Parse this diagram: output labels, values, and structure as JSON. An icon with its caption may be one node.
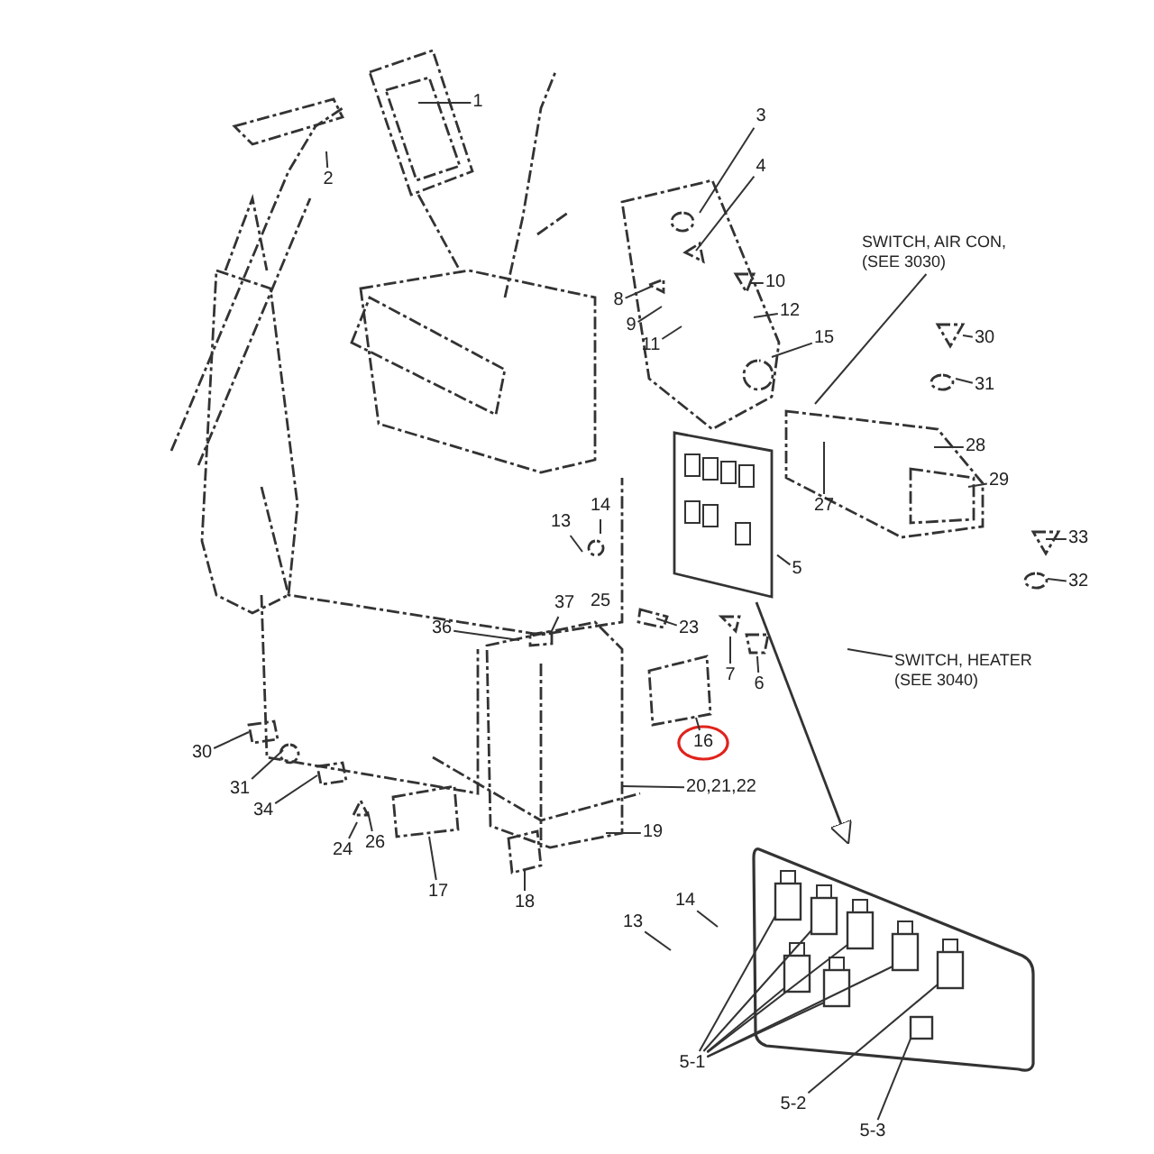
{
  "diagram": {
    "nodes": [
      {
        "text": [
          "1"
        ]
      },
      {
        "text": [
          "2"
        ]
      },
      {
        "text": [
          "3"
        ]
      },
      {
        "text": [
          "4"
        ]
      },
      {
        "text": [
          "8"
        ]
      },
      {
        "text": [
          "10"
        ]
      },
      {
        "text": [
          "9"
        ]
      },
      {
        "text": [
          "12"
        ]
      },
      {
        "text": [
          "11"
        ]
      },
      {
        "text": [
          "15"
        ]
      },
      {
        "text": [
          "SWITCH, AIR CON, (SEE 3030)"
        ]
      },
      {
        "text": [
          "30"
        ]
      },
      {
        "text": [
          "31"
        ]
      },
      {
        "text": [
          "28"
        ]
      },
      {
        "text": [
          "29"
        ]
      },
      {
        "text": [
          "27"
        ]
      },
      {
        "text": [
          "14"
        ]
      },
      {
        "text": [
          "13"
        ]
      },
      {
        "text": [],
        "shape": "picture"
      },
      {
        "text": [
          "5"
        ]
      },
      {
        "text": [
          "33"
        ]
      },
      {
        "text": [
          "32"
        ]
      },
      {
        "text": [
          "37"
        ]
      },
      {
        "text": [
          "36"
        ]
      },
      {
        "text": [
          "23"
        ]
      },
      {
        "text": [
          "7"
        ]
      },
      {
        "text": [
          "6"
        ]
      },
      {
        "text": [
          "SWITCH, HEATER (SEE 3040)"
        ]
      },
      {
        "text": [
          "16"
        ]
      },
      {
        "text": [
          "20,21,22"
        ]
      },
      {
        "text": [
          "30"
        ]
      },
      {
        "text": [
          "31"
        ]
      },
      {
        "text": [
          "34"
        ]
      },
      {
        "text": [
          "19"
        ]
      },
      {
        "text": [
          "24"
        ]
      },
      {
        "text": [
          "26"
        ]
      },
      {
        "text": [
          "17"
        ]
      },
      {
        "text": [
          "18"
        ]
      },
      {
        "text": [],
        "shape": "picture"
      },
      {
        "text": [
          "14"
        ]
      },
      {
        "text": [
          "13"
        ]
      },
      {
        "text": [
          "5-1"
        ]
      },
      {
        "text": [
          "5-2"
        ]
      },
      {
        "text": [
          "5-3"
        ]
      }
    ],
    "edges": [
      {
        "from": 0,
        "to": null,
        "arrow": "none"
      },
      {
        "from": 1,
        "to": null,
        "arrow": "none"
      },
      {
        "from": 2,
        "to": null,
        "arrow": "none"
      },
      {
        "from": 3,
        "to": null,
        "arrow": "none"
      },
      {
        "from": 4,
        "to": null,
        "arrow": "none"
      },
      {
        "from": 5,
        "to": null,
        "arrow": "none"
      },
      {
        "from": 6,
        "to": null,
        "arrow": "none"
      },
      {
        "from": 7,
        "to": null,
        "arrow": "none"
      },
      {
        "from": 8,
        "to": null,
        "arrow": "none"
      },
      {
        "from": 9,
        "to": null,
        "arrow": "none"
      },
      {
        "from": 10,
        "to": null,
        "arrow": "none"
      },
      {
        "from": 11,
        "to": null,
        "arrow": "none"
      },
      {
        "from": 12,
        "to": null,
        "arrow": "none"
      },
      {
        "from": 13,
        "to": null,
        "arrow": "none"
      },
      {
        "from": 14,
        "to": null,
        "arrow": "none"
      },
      {
        "from": 15,
        "to": null,
        "arrow": "none"
      },
      {
        "from": 16,
        "to": null,
        "arrow": "none"
      },
      {
        "from": 17,
        "to": null,
        "arrow": "none"
      },
      {
        "from": 19,
        "to": 18,
        "arrow": "none"
      },
      {
        "from": 20,
        "to": null,
        "arrow": "none"
      },
      {
        "from": 21,
        "to": null,
        "arrow": "none"
      },
      {
        "from": 22,
        "to": null,
        "arrow": "none"
      },
      {
        "from": 23,
        "to": null,
        "arrow": "none"
      },
      {
        "from": 24,
        "to": null,
        "arrow": "none"
      },
      {
        "from": 25,
        "to": null,
        "arrow": "none"
      },
      {
        "from": 26,
        "to": null,
        "arrow": "none"
      },
      {
        "from": 27,
        "to": null,
        "arrow": "none"
      },
      {
        "from": 28,
        "to": null,
        "arrow": "none"
      },
      {
        "from": 29,
        "to": null,
        "arrow": "none"
      },
      {
        "from": 30,
        "to": null,
        "arrow": "none"
      },
      {
        "from": 31,
        "to": null,
        "arrow": "none"
      },
      {
        "from": 32,
        "to": null,
        "arrow": "none"
      },
      {
        "from": 33,
        "to": null,
        "arrow": "none"
      },
      {
        "from": 34,
        "to": null,
        "arrow": "none"
      },
      {
        "from": 35,
        "to": null,
        "arrow": "none"
      },
      {
        "from": 36,
        "to": null,
        "arrow": "none"
      },
      {
        "from": 37,
        "to": null,
        "arrow": "none"
      },
      {
        "from": 18,
        "to": 38,
        "arrow": "to"
      },
      {
        "from": 39,
        "to": null,
        "arrow": "none"
      },
      {
        "from": 40,
        "to": null,
        "arrow": "none"
      },
      {
        "from": 41,
        "to": 38,
        "arrow": "none"
      },
      {
        "from": 41,
        "to": 38,
        "arrow": "none"
      },
      {
        "from": 41,
        "to": 38,
        "arrow": "none"
      },
      {
        "from": 41,
        "to": 38,
        "arrow": "none"
      },
      {
        "from": 41,
        "to": 38,
        "arrow": "none"
      },
      {
        "from": 41,
        "to": 38,
        "arrow": "none"
      },
      {
        "from": 42,
        "to": 38,
        "arrow": "none"
      },
      {
        "from": 43,
        "to": 38,
        "arrow": "none"
      }
    ],
    "labels": [
      "25"
    ]
  }
}
